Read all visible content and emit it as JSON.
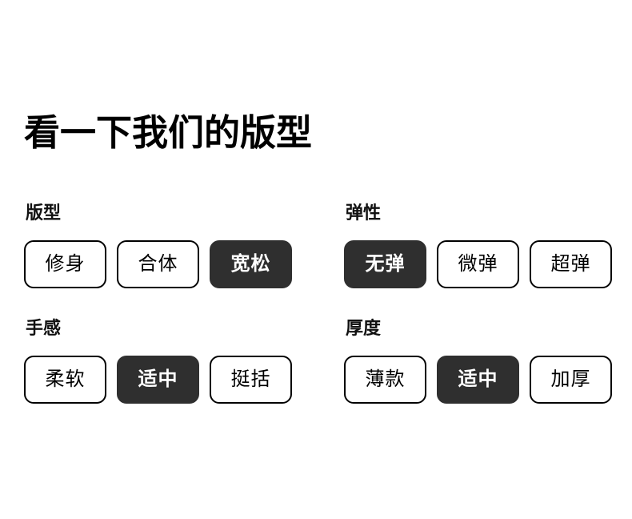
{
  "page": {
    "title": "看一下我们的版型",
    "background_color": "#ffffff",
    "text_color": "#000000",
    "selected_chip_color": "#2f2f2f",
    "selected_chip_text_color": "#ffffff"
  },
  "groups": [
    {
      "key": "fit",
      "label": "版型",
      "options": [
        {
          "label": "修身",
          "selected": false
        },
        {
          "label": "合体",
          "selected": false
        },
        {
          "label": "宽松",
          "selected": true
        }
      ]
    },
    {
      "key": "elasticity",
      "label": "弹性",
      "options": [
        {
          "label": "无弹",
          "selected": true
        },
        {
          "label": "微弹",
          "selected": false
        },
        {
          "label": "超弹",
          "selected": false
        }
      ]
    },
    {
      "key": "handfeel",
      "label": "手感",
      "options": [
        {
          "label": "柔软",
          "selected": false
        },
        {
          "label": "适中",
          "selected": true
        },
        {
          "label": "挺括",
          "selected": false
        }
      ]
    },
    {
      "key": "thickness",
      "label": "厚度",
      "options": [
        {
          "label": "薄款",
          "selected": false
        },
        {
          "label": "适中",
          "selected": true
        },
        {
          "label": "加厚",
          "selected": false
        }
      ]
    }
  ]
}
